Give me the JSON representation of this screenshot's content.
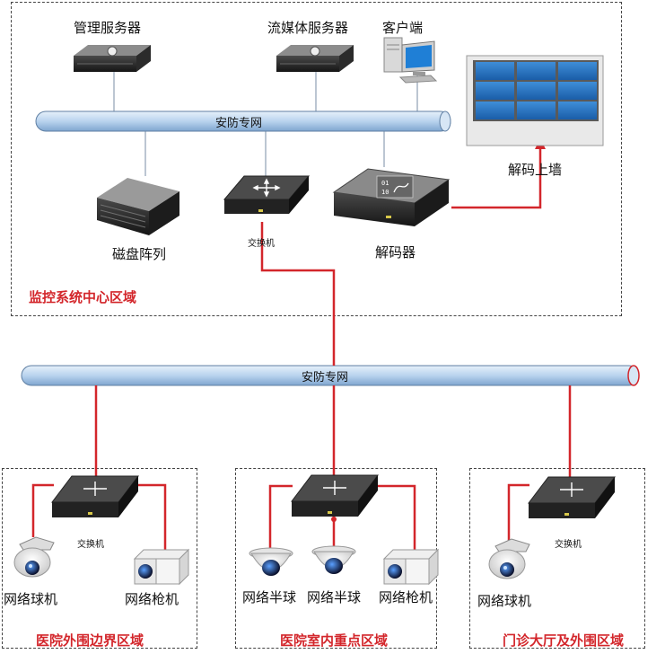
{
  "top_area": {
    "mgmt_server": "管理服务器",
    "media_server": "流媒体服务器",
    "client": "客户端",
    "network": "安防专网",
    "video_wall": "解码上墙",
    "disk_array": "磁盘阵列",
    "switch": "交换机",
    "decoder": "解码器",
    "zone_title": "监控系统中心区域"
  },
  "backbone": {
    "network": "安防专网"
  },
  "zone_left": {
    "switch": "交换机",
    "dome_camera": "网络球机",
    "bullet_camera": "网络枪机",
    "zone_title": "医院外围边界区域"
  },
  "zone_mid": {
    "half_dome_1": "网络半球",
    "half_dome_2": "网络半球",
    "bullet_camera": "网络枪机",
    "zone_title": "医院室内重点区域"
  },
  "zone_right": {
    "switch": "交换机",
    "dome_camera": "网络球机",
    "zone_title": "门诊大厅及外围区域"
  },
  "decoder_icon_text": "01\n10",
  "colors": {
    "accent_red": "#d3262b",
    "pipe_blue": "#b9d3ee"
  }
}
